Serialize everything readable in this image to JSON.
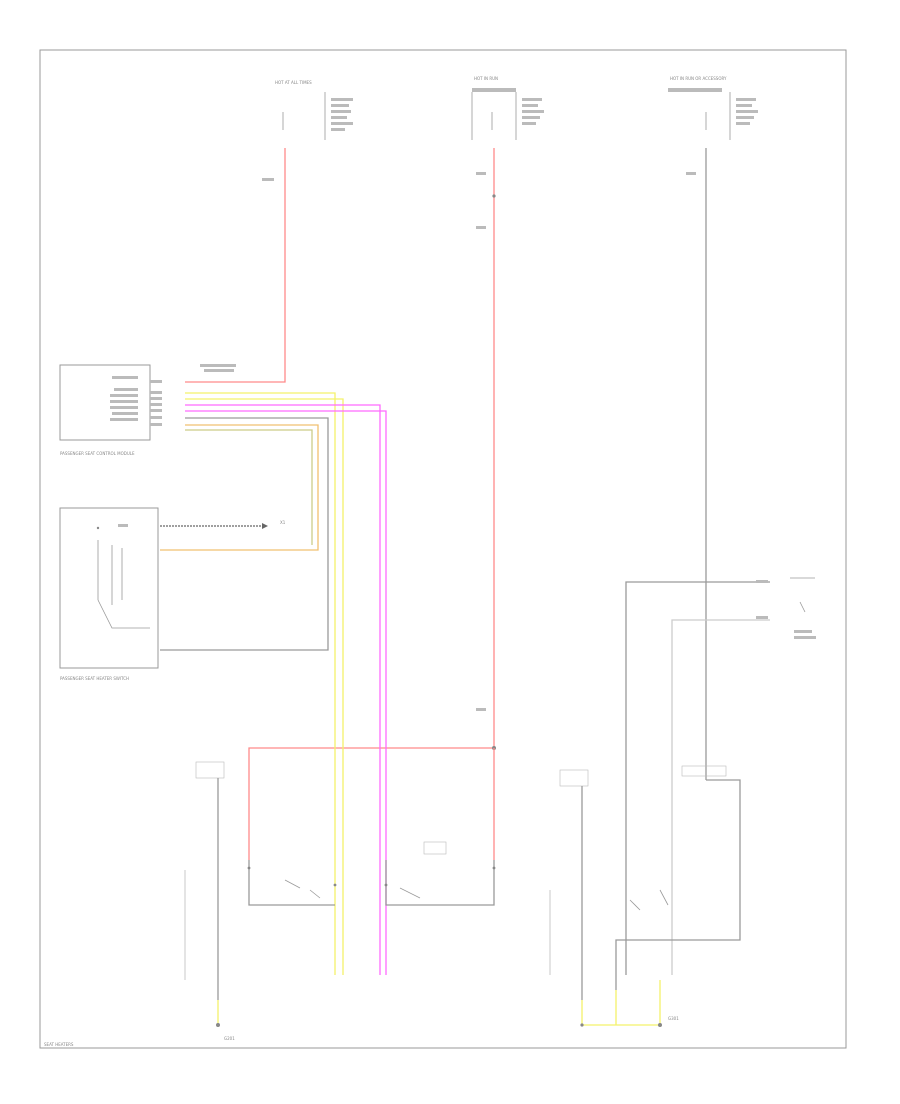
{
  "colors": {
    "red": "#ff8a8a",
    "pink": "#ff6bff",
    "yellow": "#f4f26a",
    "gray": "#9a9a9a",
    "black": "#666666",
    "orange": "#f0c070"
  },
  "texts": {
    "power_left": "HOT AT ALL TIMES",
    "power_mid": "HOT IN RUN",
    "power_right": "HOT IN RUN OR ACCESSORY",
    "module_caption": "PASSENGER SEAT CONTROL MODULE",
    "switch_caption": "PASSENGER SEAT HEATER SWITCH",
    "connector_ref": "X1",
    "ground_left": "G201",
    "ground_right": "G301",
    "footer": "SEAT HEATERS"
  }
}
